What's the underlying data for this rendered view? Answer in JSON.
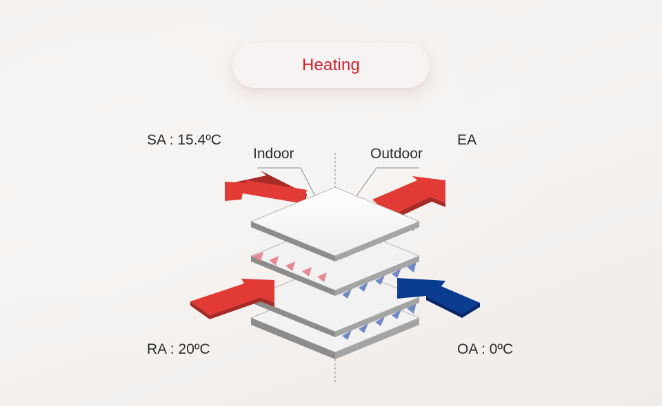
{
  "mode_label": "Heating",
  "labels": {
    "sa": "SA : 15.4ºC",
    "ea": "EA",
    "ra": "RA : 20ºC",
    "oa": "OA : 0ºC",
    "indoor": "Indoor",
    "outdoor": "Outdoor"
  },
  "colors": {
    "accent": "#d3222d",
    "warm_arrow": "#e23b35",
    "cold_arrow": "#0a3c8f",
    "warm_fin": "#e58a94",
    "cold_fin": "#6f89c6"
  }
}
